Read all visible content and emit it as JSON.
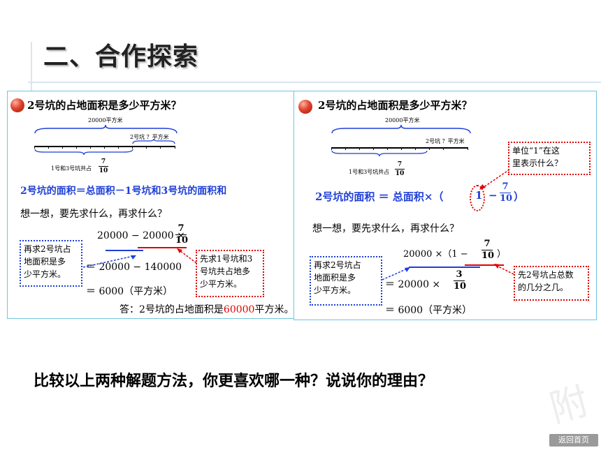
{
  "title": "二、合作探索",
  "bottom_question": "比较以上两种解题方法，你更喜欢哪一种？说说你的理由？",
  "back_button": "返回首页",
  "left": {
    "question": "2号坑的占地面积是多少平方米？",
    "total_label": "20000平方米",
    "pit2_label": "2号坑 ？平方米",
    "pit13_label": "1号和3号坑共占",
    "frac_num": "7",
    "frac_den": "10",
    "formula": "2号坑的面积＝总面积－1号坑和3号坑的面积和",
    "think": "想一想，要先求什么，再求什么？",
    "eq1_left": "20000 − 20000 ×",
    "eq2": "＝ 20000 − 140000",
    "eq3": "＝ 6000（平方米）",
    "answer_prefix": "答：2号坑的占地面积是",
    "answer_value": "60000",
    "answer_suffix": "平方米。",
    "blue_box": [
      "再求2号坑占",
      "地面积是多",
      "少平方米。"
    ],
    "red_box": [
      "先求1号坑和3",
      "号坑共占地多",
      "少平方米。"
    ]
  },
  "right": {
    "question": "2号坑的占地面积是多少平方米？",
    "total_label": "20000平方米",
    "pit2_label": "2号坑 ？平方米",
    "pit13_label": "1号和3号坑共占",
    "frac_num": "7",
    "frac_den": "10",
    "unit_box": [
      "单位“1”在这",
      "里表示什么？"
    ],
    "formula_left": "2号坑的面积 ＝ 总面积×（",
    "formula_one": "1",
    "formula_minus": "−",
    "formula_right": "）",
    "think": "想一想，要先求什么，再求什么？",
    "eq1_left": "20000 ×（1 −",
    "eq1_right": "）",
    "eq2_left": "＝ 20000 ×",
    "eq2_num": "3",
    "eq2_den": "10",
    "eq3": "＝ 6000（平方米）",
    "blue_box": [
      "再求2号坑占",
      "地面积是多",
      "少平方米。"
    ],
    "red_box": [
      "先2号坑占总数",
      "的几分之几。"
    ]
  }
}
